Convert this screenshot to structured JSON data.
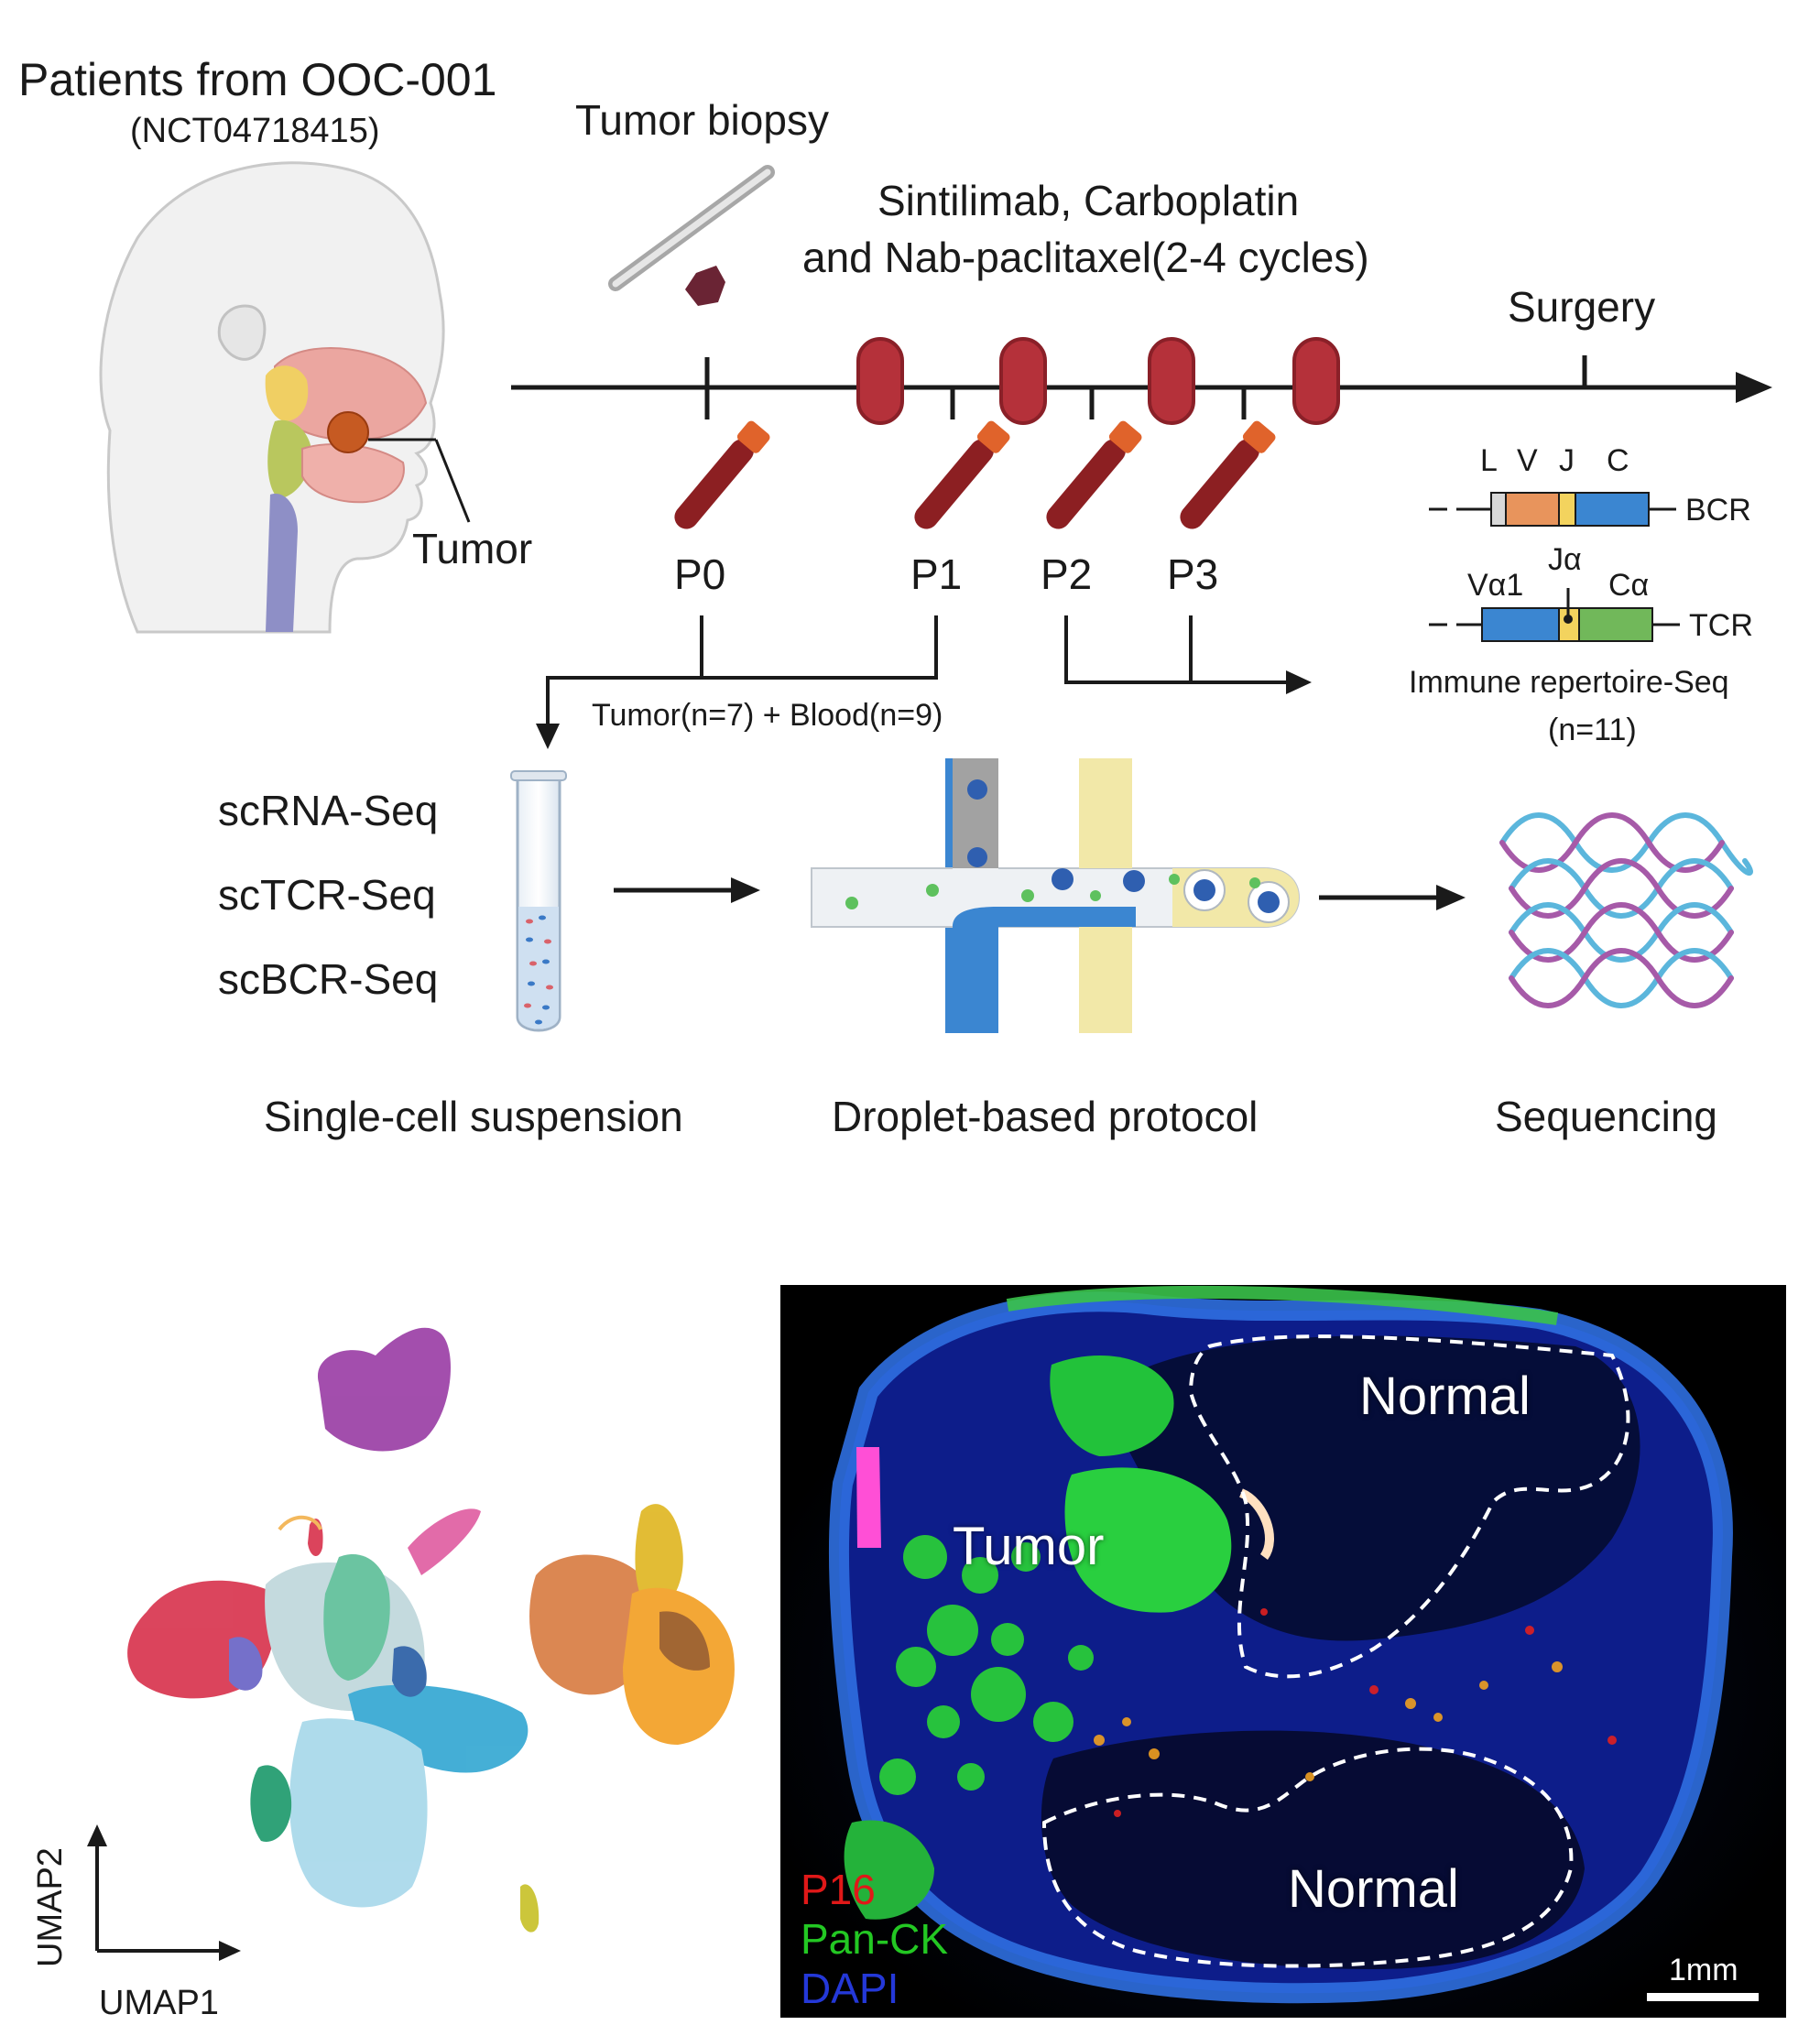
{
  "study": {
    "title": "Patients from OOC-001",
    "trial_id": "(NCT04718415)"
  },
  "labels": {
    "tumor_biopsy": "Tumor biopsy",
    "treatment_line1": "Sintilimab, Carboplatin",
    "treatment_line2": "and Nab-paclitaxel(2-4 cycles)",
    "surgery": "Surgery",
    "tumor": "Tumor"
  },
  "timepoints": [
    "P0",
    "P1",
    "P2",
    "P3"
  ],
  "samples": {
    "single_cell": "Tumor(n=7) + Blood(n=9)"
  },
  "receptors": {
    "bcr_segments": [
      "L",
      "V",
      "J",
      "C"
    ],
    "bcr_label": "BCR",
    "tcr_top": "Jα",
    "tcr_left": "Vα1",
    "tcr_right": "Cα",
    "tcr_label": "TCR",
    "repertoire_title": "Immune repertoire-Seq",
    "repertoire_n": "(n=11)"
  },
  "assays": [
    "scRNA-Seq",
    "scTCR-Seq",
    "scBCR-Seq"
  ],
  "steps": [
    "Single-cell suspension",
    "Droplet-based protocol",
    "Sequencing"
  ],
  "umap": {
    "x_label": "UMAP1",
    "y_label": "UMAP2"
  },
  "if_image": {
    "regions": [
      "Normal",
      "Tumor",
      "Normal"
    ],
    "legend": [
      "P16",
      "Pan-CK",
      "DAPI"
    ],
    "scale_bar": "1mm"
  },
  "colors": {
    "capsule": "#b5313a",
    "tube_blood": "#8c1f22",
    "tube_cap": "#e0632b",
    "bcr_leader": "#d8d8d8",
    "bcr_v": "#e8945c",
    "j_segment": "#f3d35e",
    "c_segment": "#3b86d1",
    "tcr_c": "#71b85a",
    "wave_blue": "#5bb6dc",
    "wave_purple": "#a65aa8"
  },
  "icons": [
    "head-anatomy-icon",
    "scalpel-icon",
    "blood-tube-icon",
    "test-tube-icon",
    "microfluidic-chip-icon",
    "sequence-wave-icon"
  ]
}
